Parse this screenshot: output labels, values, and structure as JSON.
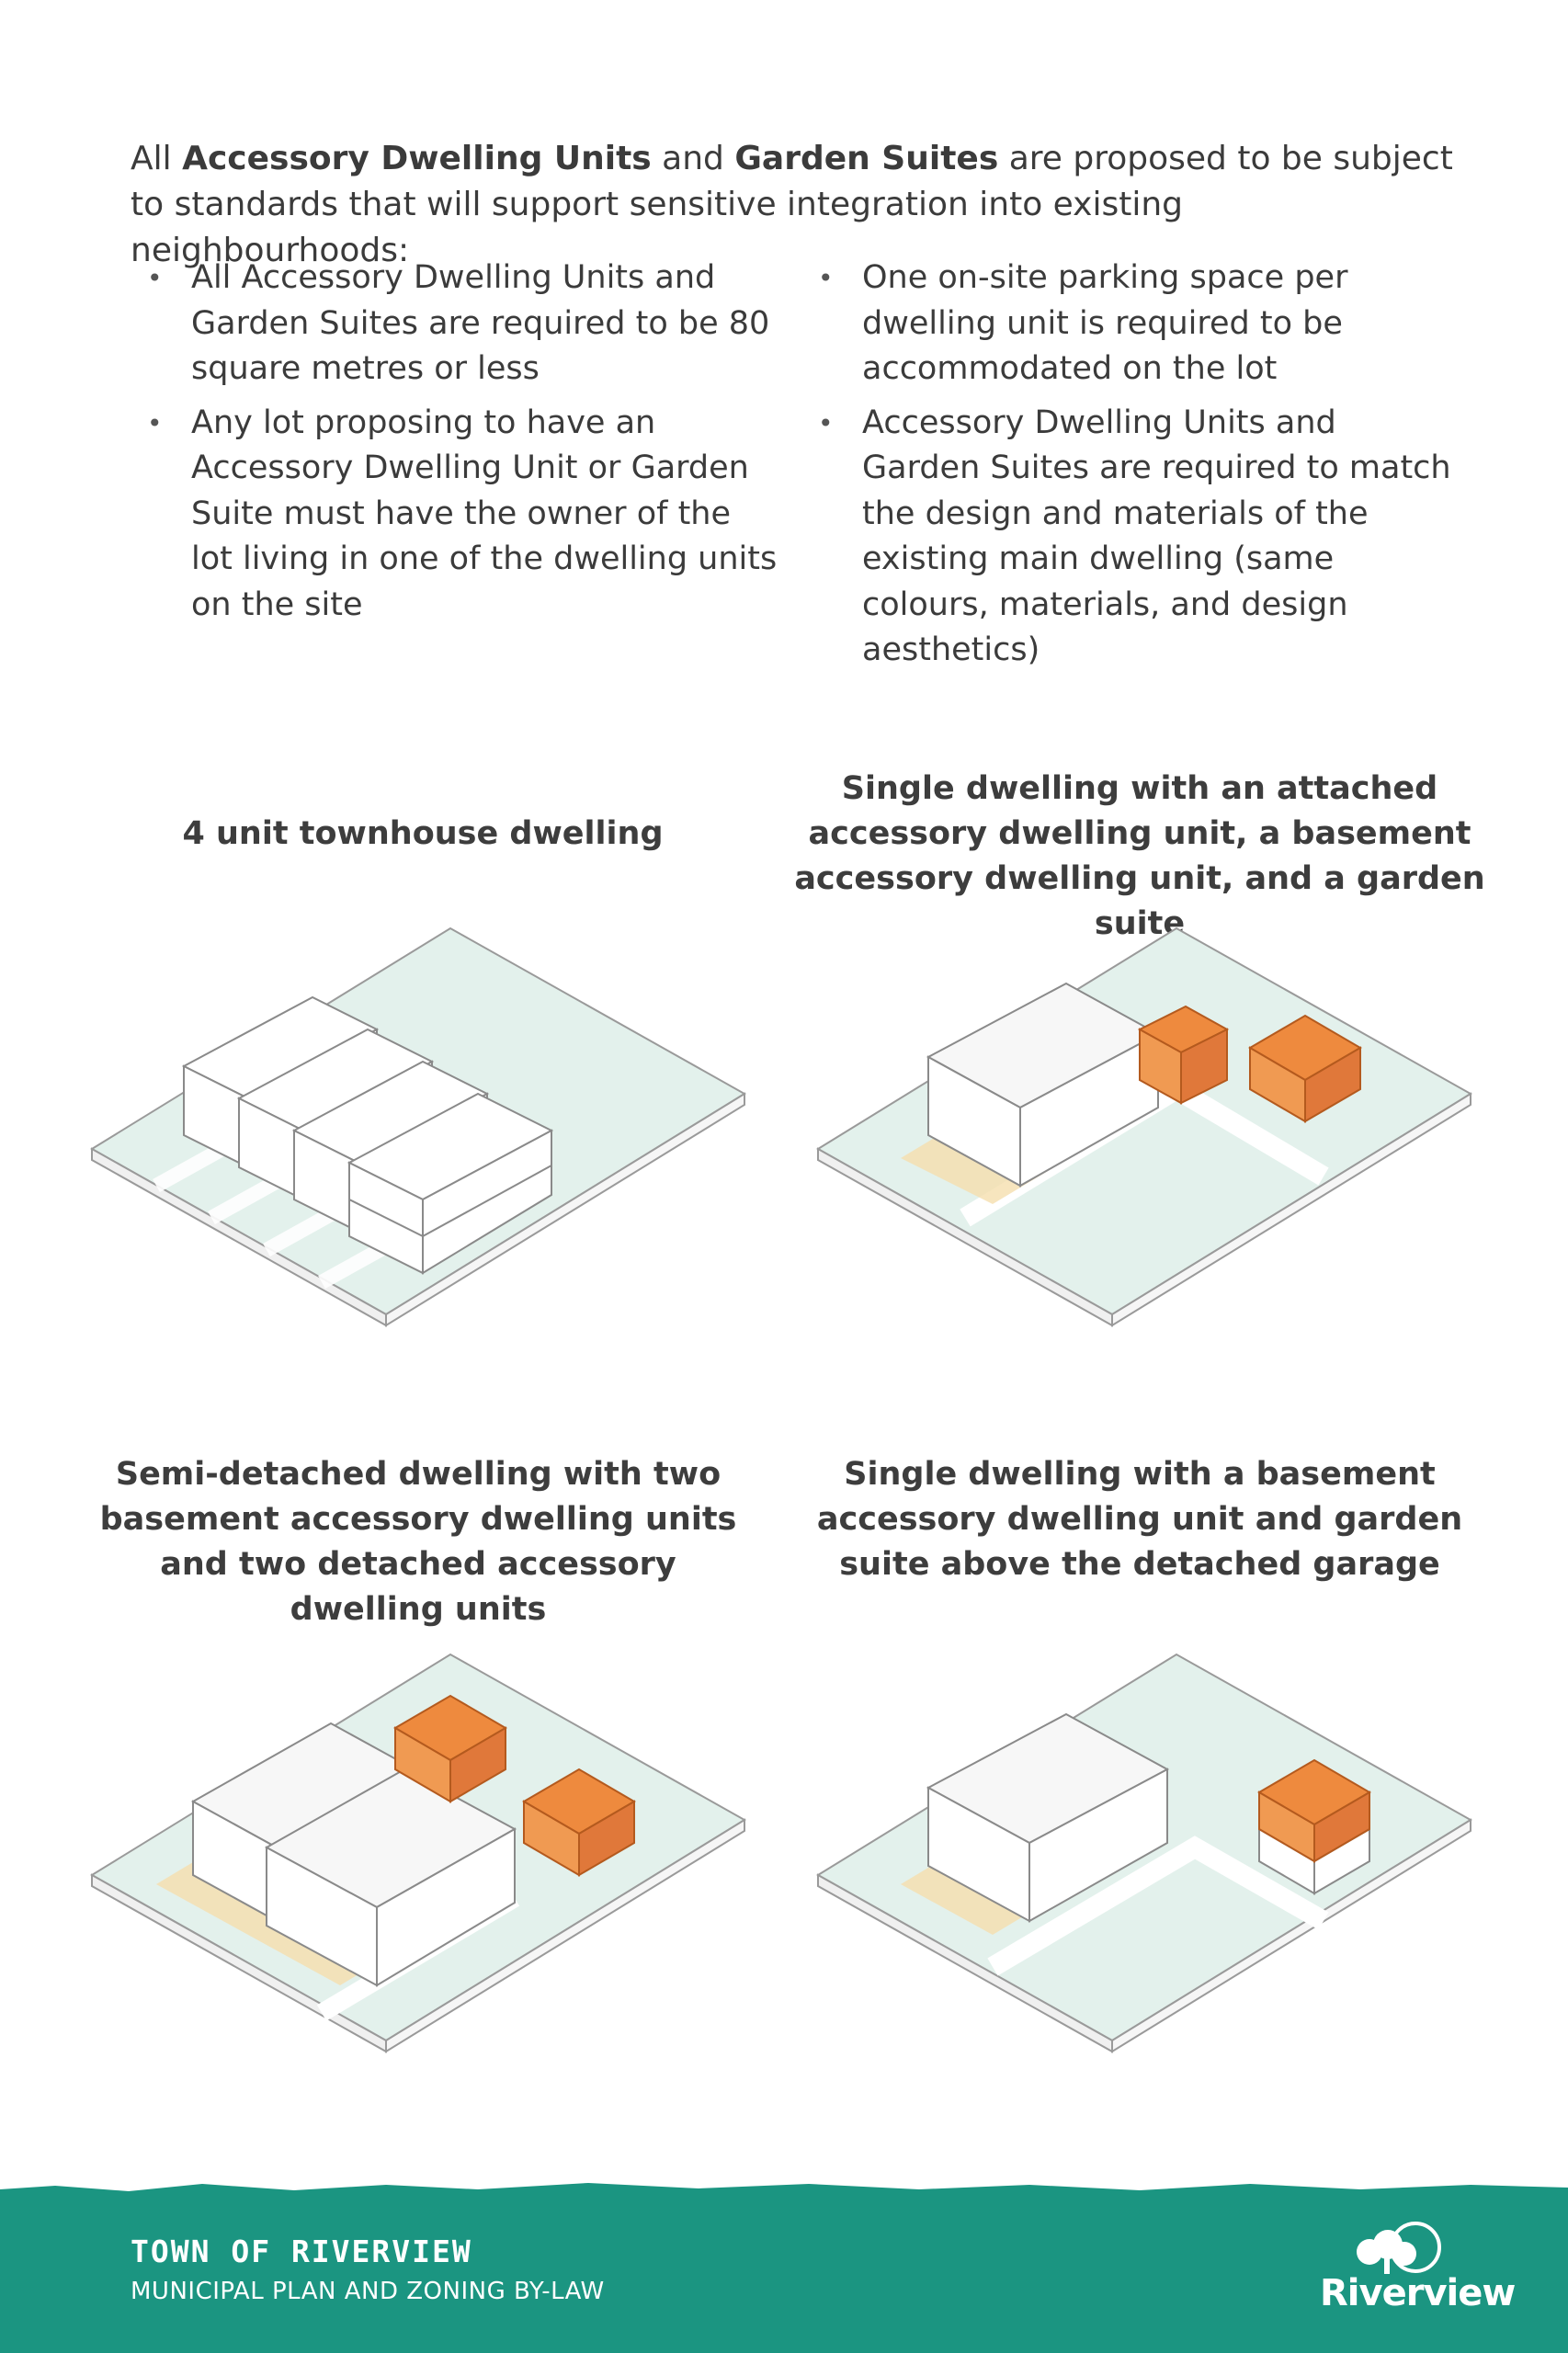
{
  "intro": {
    "prefix": "All ",
    "term1": "Accessory Dwelling Units",
    "mid": " and ",
    "term2": "Garden Suites",
    "suffix": " are proposed to be subject to standards that will support sensitive integration into existing neighbourhoods:"
  },
  "bullets": {
    "left": [
      "All Accessory Dwelling Units and Garden Suites are required to be 80 square metres or less",
      "Any lot proposing to have an Accessory Dwelling Unit or Garden Suite must have the owner of the lot living in one of the dwelling units on the site"
    ],
    "right": [
      "One on-site parking space per dwelling unit is required to be accommodated on the lot",
      "Accessory Dwelling Units and Garden Suites are required to match the design and materials of the existing main dwelling (same colours, materials, and design aesthetics)"
    ],
    "marker": "•"
  },
  "captions": {
    "townhouse": "4 unit townhouse dwelling",
    "single_attached": "Single dwelling with an attached accessory dwelling unit, a basement accessory dwelling unit, and a garden suite",
    "semi_detached": "Semi-detached dwelling with two basement accessory dwelling units and two detached accessory dwelling units",
    "single_garage": "Single dwelling with a basement accessory dwelling unit and  garden suite above the detached garage"
  },
  "colors": {
    "lot": "#e3f1ec",
    "accessory": "#ee8a3e",
    "basement": "#f5dfae",
    "footer": "#1b9581"
  },
  "footer": {
    "title": "TOWN OF RIVERVIEW",
    "subtitle": "MUNICIPAL PLAN AND ZONING BY-LAW",
    "logo_text": "Riverview",
    "logo_icon": "tree-sun-icon"
  }
}
